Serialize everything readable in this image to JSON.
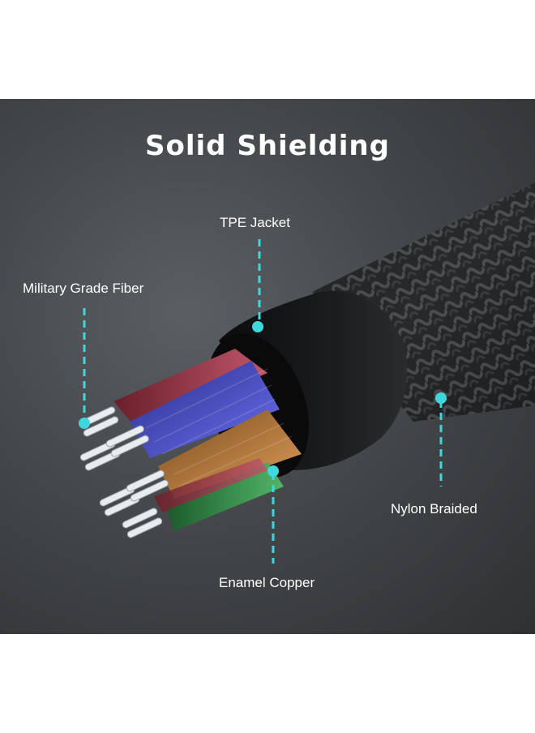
{
  "title": "Solid Shielding",
  "labels": {
    "tpe_jacket": "TPE Jacket",
    "military_fiber": "Military Grade Fiber",
    "nylon_braided": "Nylon Braided",
    "enamel_copper": "Enamel Copper"
  },
  "colors": {
    "callout_accent": "#3fd6dc",
    "background": "#45484b"
  }
}
